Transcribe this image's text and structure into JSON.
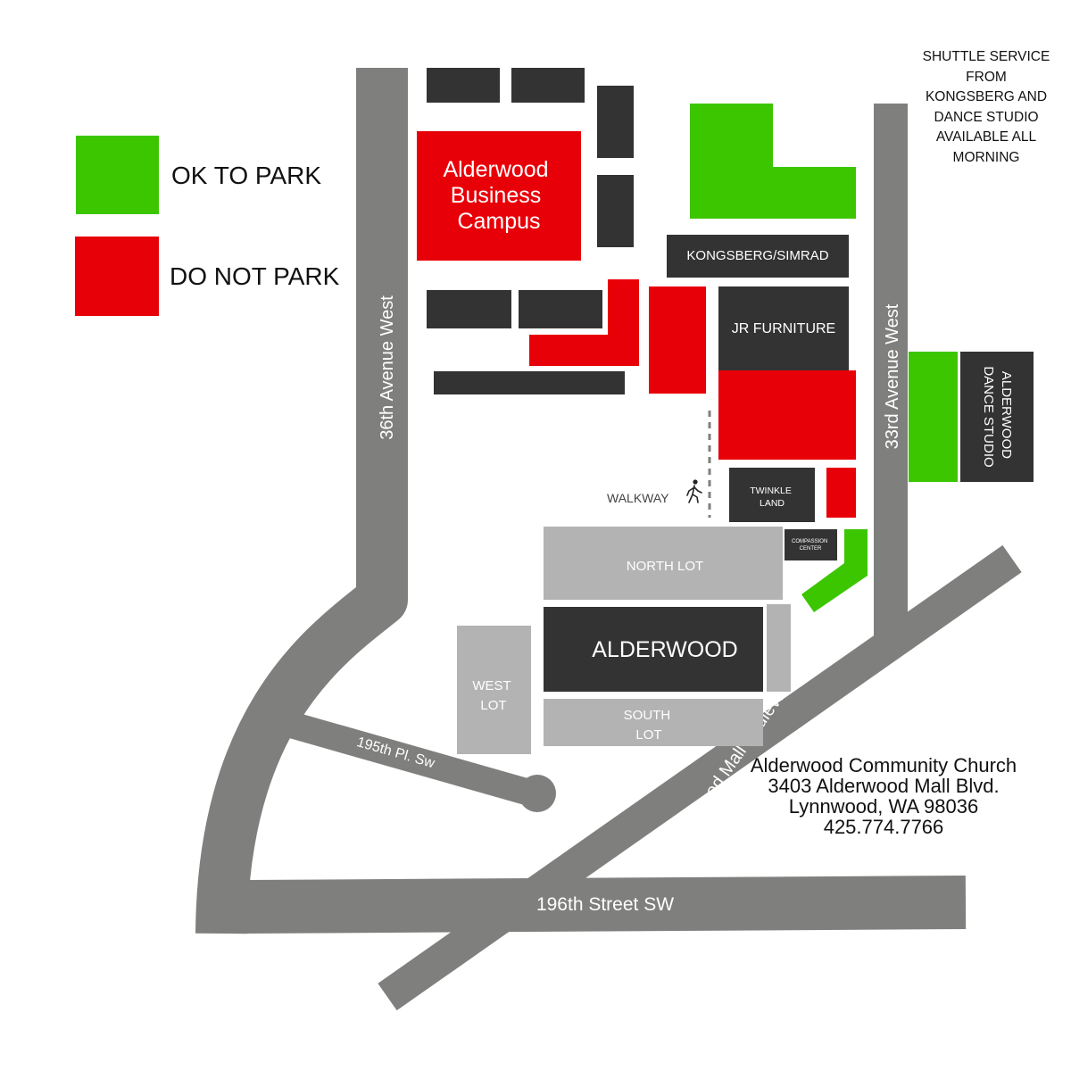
{
  "legend": {
    "ok_label": "OK TO PARK",
    "no_label": "DO NOT PARK"
  },
  "colors": {
    "ok": "#3cc600",
    "no": "#e80008",
    "building": "#333333",
    "lot": "#b3b3b3",
    "road": "#7f7f7e"
  },
  "roads": {
    "ave36": "36th Avenue West",
    "ave33": "33rd Avenue West",
    "mall_blvd": "Alderwood Mall Boulevard",
    "st196": "196th Street SW",
    "pl195": "195th Pl. Sw"
  },
  "buildings": {
    "business_campus": [
      "Alderwood",
      "Business",
      "Campus"
    ],
    "kongsberg": "KONGSBERG/SIMRAD",
    "jr_furniture": "JR FURNITURE",
    "dance_studio": [
      "ALDERWOOD",
      "DANCE STUDIO"
    ],
    "twinkle_land": [
      "TWINKLE",
      "LAND"
    ],
    "compassion_center": [
      "COMPASSION",
      "CENTER"
    ],
    "alderwood": "ALDERWOOD"
  },
  "lots": {
    "north": "NORTH LOT",
    "west": [
      "WEST",
      "LOT"
    ],
    "south": [
      "SOUTH",
      "LOT"
    ]
  },
  "walkway": {
    "label": "WALKWAY",
    "icon": "pedestrian-icon"
  },
  "shuttle_note": [
    "SHUTTLE SERVICE",
    "FROM",
    "KONGSBERG AND",
    "DANCE STUDIO",
    "AVAILABLE ALL",
    "MORNING"
  ],
  "church": {
    "name": "Alderwood Community Church",
    "street": "3403 Alderwood Mall Blvd.",
    "city": "Lynnwood, WA 98036",
    "phone": "425.774.7766"
  }
}
